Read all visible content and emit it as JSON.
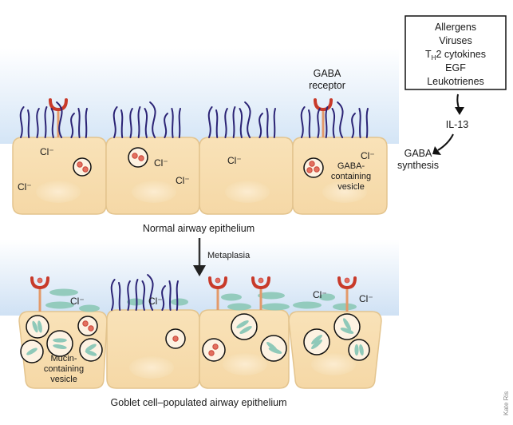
{
  "colors": {
    "cell_fill": "#f7dcae",
    "cell_stroke": "#e3c48e",
    "nucleus_fill": "#fbe8c6",
    "cilia": "#2b2375",
    "receptor": "#c83a2a",
    "receptor_stalk": "#e39a6a",
    "gaba_dot": "#e3705f",
    "mucin": "#8fc9b9",
    "sky_top": "#ffffff",
    "sky_bottom": "#cfe2f5"
  },
  "stimuli_box": {
    "items": [
      "Allergens",
      "Viruses",
      "T",
      "2 cytokines",
      "EGF",
      "Leukotrienes"
    ],
    "th2_main": "T",
    "th2_sub": "H",
    "th2_rest": "2 cytokines"
  },
  "pathway": {
    "il13": "IL-13",
    "gaba_synthesis_line1": "GABA",
    "gaba_synthesis_line2": "synthesis"
  },
  "labels": {
    "gaba_receptor_line1": "GABA",
    "gaba_receptor_line2": "receptor",
    "gaba_vesicle_line1": "GABA-",
    "gaba_vesicle_line2": "containing",
    "gaba_vesicle_line3": "vesicle",
    "mucin_vesicle_line1": "Mucin-",
    "mucin_vesicle_line2": "containing",
    "mucin_vesicle_line3": "vesicle",
    "normal_title": "Normal airway epithelium",
    "metaplasia": "Metaplasia",
    "goblet_title": "Goblet cell–populated airway epithelium",
    "chloride": "Cl⁻",
    "credit": "Kate Ris"
  }
}
